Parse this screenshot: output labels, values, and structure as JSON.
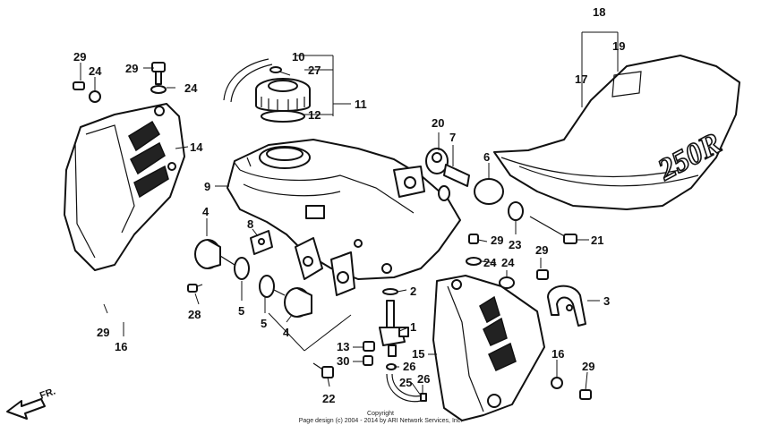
{
  "callouts": {
    "c1": "1",
    "c2": "2",
    "c3": "3",
    "c4a": "4",
    "c4b": "4",
    "c5a": "5",
    "c5b": "5",
    "c6": "6",
    "c7": "7",
    "c8": "8",
    "c9": "9",
    "c10": "10",
    "c11": "11",
    "c12": "12",
    "c13": "13",
    "c14": "14",
    "c15": "15",
    "c16a": "16",
    "c16b": "16",
    "c17": "17",
    "c18": "18",
    "c19": "19",
    "c20": "20",
    "c21": "21",
    "c22": "22",
    "c23": "23",
    "c24a": "24",
    "c24b": "24",
    "c24c": "24",
    "c24d": "24",
    "c25": "25",
    "c26a": "26",
    "c26b": "26",
    "c27": "27",
    "c29a": "29",
    "c29b": "29",
    "c29c": "29",
    "c29d": "29",
    "c29e": "29",
    "c29f": "29",
    "c30": "30"
  },
  "seat_logo": "250R",
  "front_arrow": "FR.",
  "copyright": {
    "line1": "Copyright",
    "line2": "Page design (c) 2004 - 2014 by ARI Network Services, Inc."
  }
}
